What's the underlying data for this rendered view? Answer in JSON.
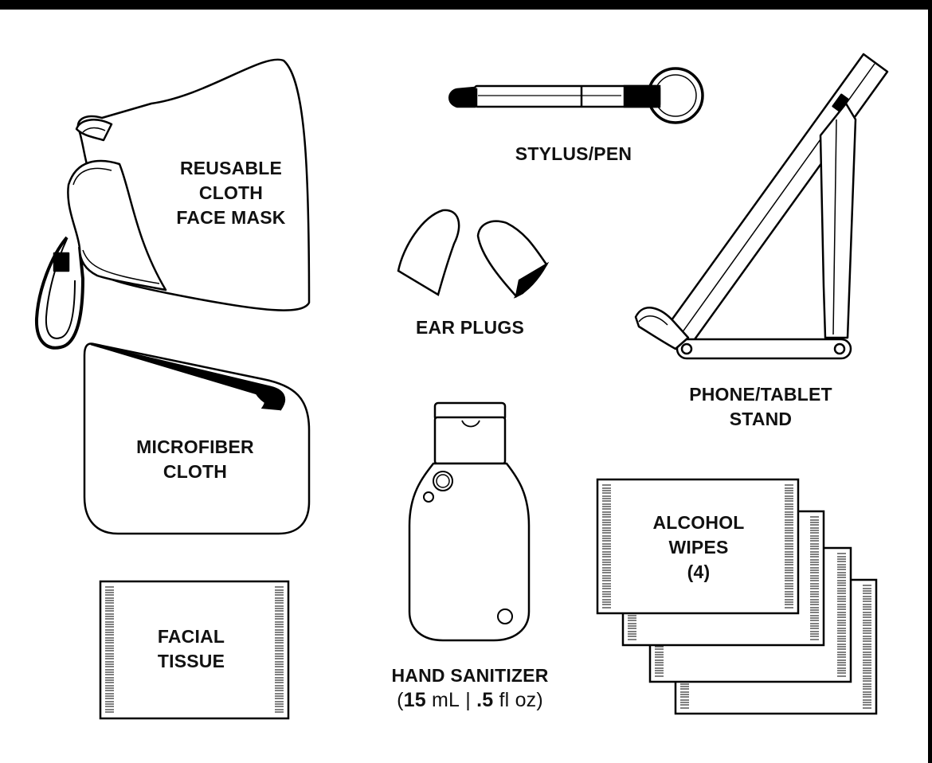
{
  "items": {
    "mask": {
      "lines": [
        "REUSABLE",
        "CLOTH",
        "FACE MASK"
      ]
    },
    "stylus": {
      "lines": [
        "STYLUS/PEN"
      ]
    },
    "ear": {
      "lines": [
        "EAR PLUGS"
      ]
    },
    "stand": {
      "lines": [
        "PHONE/TABLET",
        "STAND"
      ]
    },
    "micro": {
      "lines": [
        "MICROFIBER",
        "CLOTH"
      ]
    },
    "wipes": {
      "lines": [
        "ALCOHOL",
        "WIPES",
        "(4)"
      ]
    },
    "tissue": {
      "lines": [
        "FACIAL",
        "TISSUE"
      ]
    },
    "sanitizer": {
      "title": "HAND SANITIZER",
      "paren_open": "(",
      "vol_ml": "15",
      "unit_ml": "mL",
      "sep": "|",
      "vol_oz": ".5",
      "unit_oz": "fl oz",
      "paren_close": ")"
    }
  },
  "colors": {
    "ink": "#000000",
    "paper": "#ffffff"
  }
}
